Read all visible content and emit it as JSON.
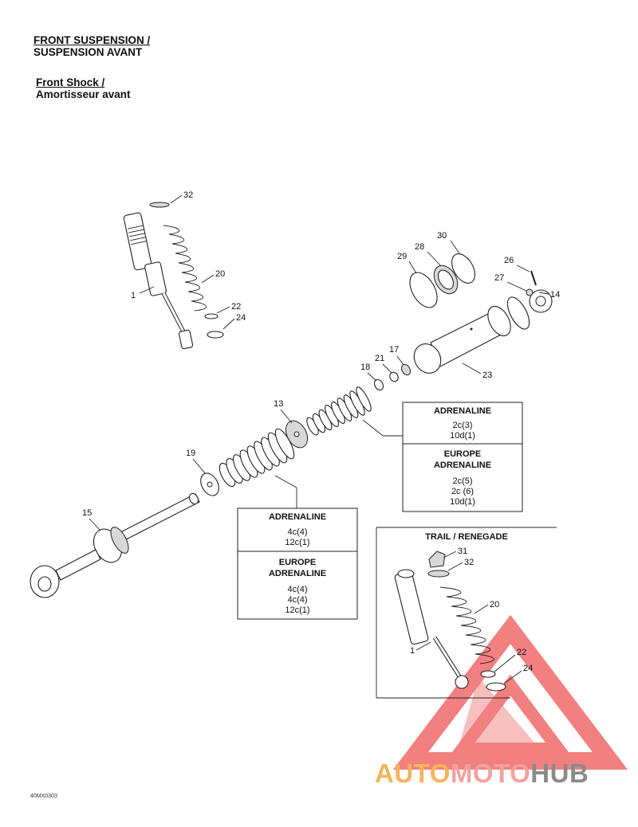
{
  "title": {
    "line1": "FRONT SUSPENSION /",
    "line2": "SUSPENSION AVANT"
  },
  "subtitle": {
    "line1": "Front Shock /",
    "line2": "Amortisseur avant"
  },
  "callouts": {
    "c32a": "32",
    "c20a": "20",
    "c1a": "1",
    "c22a": "22",
    "c24a": "24",
    "c30": "30",
    "c28": "28",
    "c29": "29",
    "c26": "26",
    "c27": "27",
    "c14": "14",
    "c23": "23",
    "c17": "17",
    "c21": "21",
    "c18": "18",
    "c13": "13",
    "c19": "19",
    "c15": "15",
    "c31b": "31",
    "c32b": "32",
    "c20b": "20",
    "c1b": "1",
    "c22b": "22",
    "c24b": "24"
  },
  "table_upper": {
    "head1": "ADRENALINE",
    "r1": "2c(3)",
    "r2": "10d(1)",
    "head2a": "EUROPE",
    "head2b": "ADRENALINE",
    "r3": "2c(5)",
    "r4": "2c (6)",
    "r5": "10d(1)"
  },
  "table_lower": {
    "head1": "ADRENALINE",
    "r1": "4c(4)",
    "r2": "12c(1)",
    "head2a": "EUROPE",
    "head2b": "ADRENALINE",
    "r3": "4c(4)",
    "r4": "4c(4)",
    "r5": "12c(1)"
  },
  "inset": {
    "title": "TRAIL / RENEGADE"
  },
  "doc_code": "40MX0303",
  "watermark": {
    "part1": "AUTO",
    "part2": "MOTO",
    "part3": "HUB"
  },
  "colors": {
    "watermark_red": "#f06a6a",
    "watermark_orange": "#f4b458",
    "watermark_gray": "#8a8a8a"
  }
}
